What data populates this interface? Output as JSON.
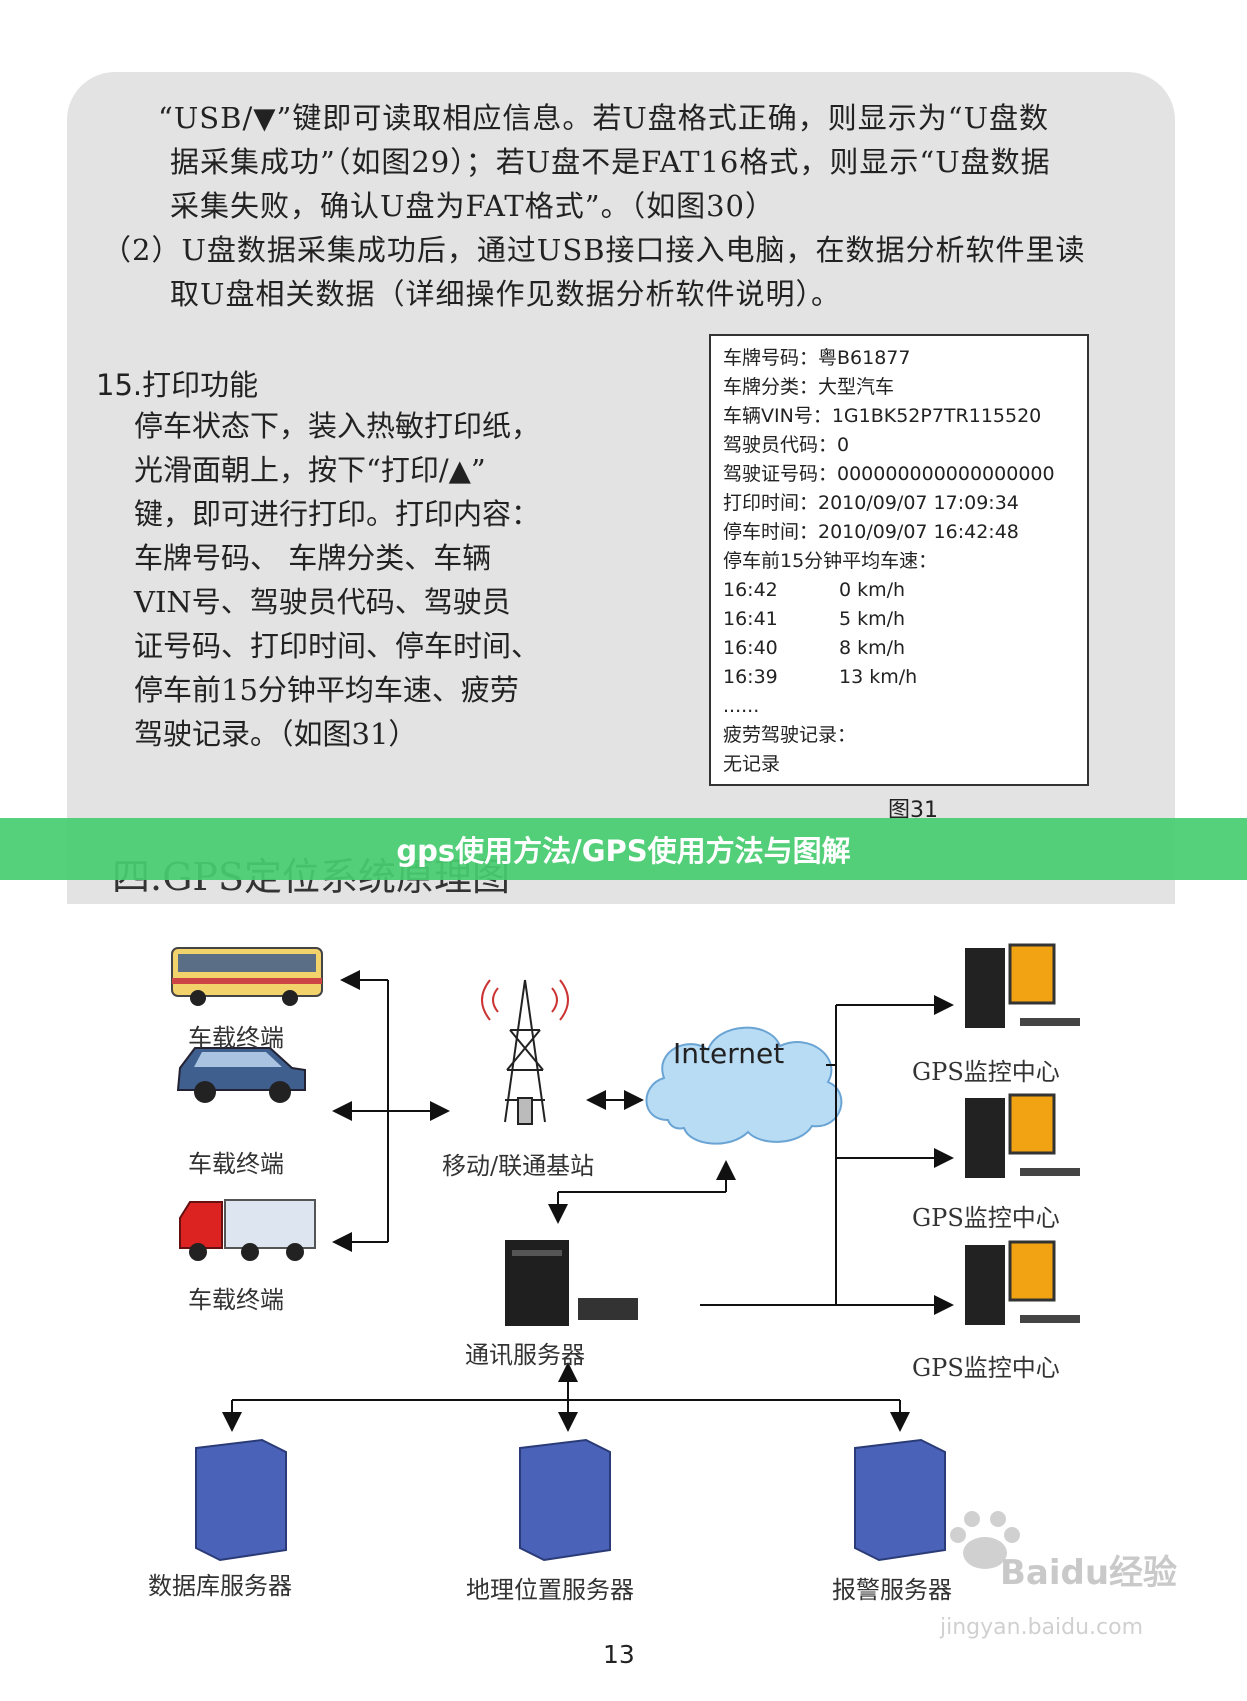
{
  "manual": {
    "intro_lines": [
      "“USB/▼”键即可读取相应信息。若U盘格式正确，则显示为“U盘数",
      "据采集成功”（如图29）；若U盘不是FAT16格式，则显示“U盘数据",
      "采集失败，确认U盘为FAT格式”。（如图30）",
      "（2）U盘数据采集成功后，通过USB接口接入电脑，在数据分析软件里读",
      "取U盘相关数据（详细操作见数据分析软件说明）。"
    ],
    "print_title": "15.打印功能",
    "print_body": [
      "停车状态下，装入热敏打印纸，",
      "光滑面朝上，按下“打印/▲”",
      "键，即可进行打印。打印内容：",
      "车牌号码、 车牌分类、车辆",
      "VIN号、驾驶员代码、驾驶员",
      "证号码、打印时间、停车时间、",
      "停车前15分钟平均车速、疲劳",
      "驾驶记录。（如图31）"
    ],
    "receipt": {
      "lines": [
        "车牌号码：粤B61877",
        "车牌分类：大型汽车",
        "车辆VIN号：1G1BK52P7TR115520",
        "驾驶员代码：0",
        "驾驶证号码：000000000000000000",
        "打印时间：2010/09/07 17:09:34",
        "停车时间：2010/09/07 16:42:48",
        "停车前15分钟平均车速："
      ],
      "speeds": [
        {
          "time": "16:42",
          "speed": "0 km/h"
        },
        {
          "time": "16:41",
          "speed": "5 km/h"
        },
        {
          "time": "16:40",
          "speed": "8 km/h"
        },
        {
          "time": "16:39",
          "speed": "13 km/h"
        }
      ],
      "ellipsis": "......",
      "fatigue_label": "疲劳驾驶记录：",
      "fatigue_value": "无记录"
    },
    "figure_caption": "图31",
    "section_heading": "四.GPS定位系统原理图"
  },
  "banner": {
    "title": "gps使用方法/GPS使用方法与图解"
  },
  "diagram": {
    "vehicle_labels": [
      "车载终端",
      "车载终端",
      "车载终端"
    ],
    "base_station_label": "移动/联通基站",
    "internet_label": "Internet",
    "monitor_labels": [
      "GPS监控中心",
      "GPS监控中心",
      "GPS监控中心"
    ],
    "comm_server_label": "通讯服务器",
    "bottom_servers": [
      "数据库服务器",
      "地理位置服务器",
      "报警服务器"
    ]
  },
  "page_number": "13",
  "watermark": {
    "brand": "Baidu经验",
    "url": "jingyan.baidu.com"
  },
  "colors": {
    "banner": "#48cd70",
    "panel": "#e3e3e3",
    "cloud": "#b9dcf5",
    "server": "#4a63b8"
  }
}
